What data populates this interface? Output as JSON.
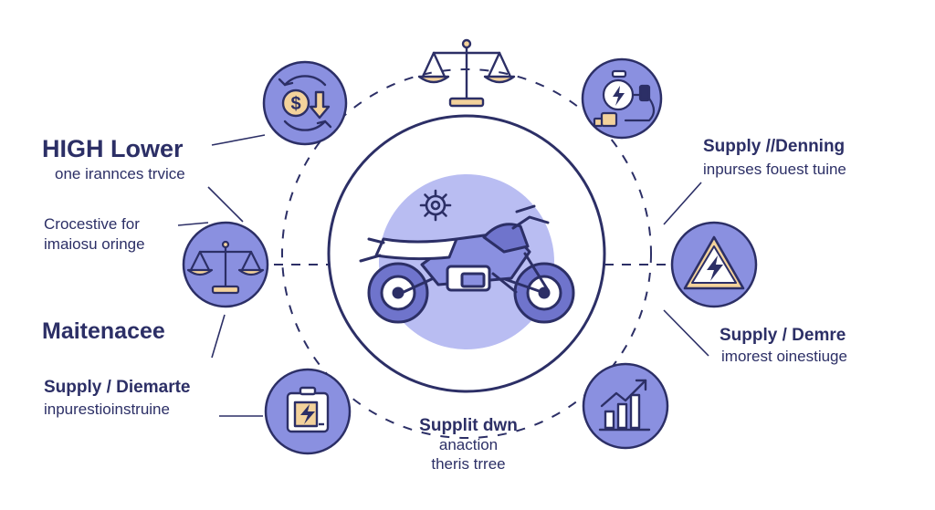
{
  "colors": {
    "navy": "#2c2f66",
    "node_fill": "#8a90e0",
    "node_fill_light": "#b9bdf2",
    "accent_gold": "#f3d29b",
    "accent_orange": "#e9a25b",
    "white": "#ffffff"
  },
  "center": {
    "icon": "motorcycle-icon",
    "secondary_icon": "gear-icon"
  },
  "nodes": [
    {
      "id": "top",
      "icon": "balance-scale-icon"
    },
    {
      "id": "top-left",
      "icon": "dollar-down-arrow-icon"
    },
    {
      "id": "left",
      "icon": "balance-scale-icon"
    },
    {
      "id": "bottom-left",
      "icon": "battery-charge-icon"
    },
    {
      "id": "top-right",
      "icon": "charging-station-icon"
    },
    {
      "id": "right",
      "icon": "warning-electric-icon"
    },
    {
      "id": "bottom-right",
      "icon": "bar-chart-growth-icon"
    }
  ],
  "labels": {
    "high_lower": {
      "title": "HIGH Lower",
      "subtitle": "one irannces trvice"
    },
    "crocestive": {
      "line1": "Crocestive for",
      "line2": "imaiosu oringe"
    },
    "maintenance": {
      "title": "Maitenacee"
    },
    "supply_diemarte": {
      "title": "Supply / Diemarte",
      "subtitle": "inpurestioinstruine"
    },
    "supplit_dwn": {
      "title": "Supplit dwn",
      "line1": "anaction",
      "line2": "theris trree"
    },
    "supply_denning": {
      "title": "Supply //Denning",
      "subtitle": "inpurses  fouest tuine"
    },
    "supply_demre": {
      "title": "Supply / Demre",
      "subtitle": "imorest oinestiuge"
    }
  }
}
